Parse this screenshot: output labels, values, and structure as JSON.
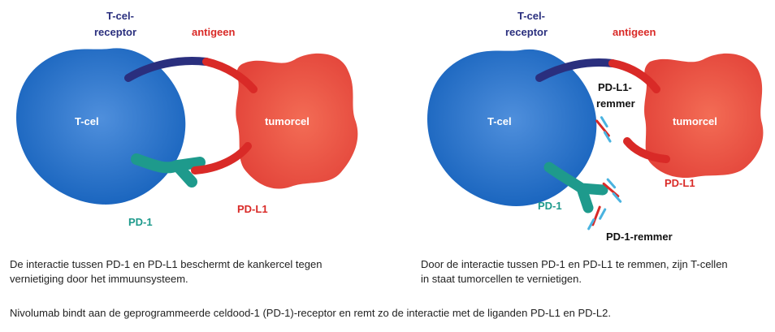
{
  "colors": {
    "tcell": "#1e6fc6",
    "tcell_light": "#5a9ae0",
    "tumor": "#e74a3c",
    "tumor_light": "#f26a52",
    "receptor": "#2a2f7e",
    "antigen": "#d92a27",
    "pd1": "#1e9a8c",
    "pdl1": "#d92a27",
    "inhibitor_red": "#d92a27",
    "inhibitor_blue": "#4ab3e0",
    "label_dark": "#2a2f7e",
    "label_red": "#d92a27",
    "label_teal": "#1e9a8c",
    "label_black": "#111111"
  },
  "left_panel": {
    "tcell_label": "T-cel",
    "tumor_label": "tumorcel",
    "receptor_label_line1": "T-cel-",
    "receptor_label_line2": "receptor",
    "antigen_label": "antigeen",
    "pd1_label": "PD-1",
    "pdl1_label": "PD-L1",
    "caption_line1": "De interactie tussen PD-1 en PD-L1 beschermt de kankercel tegen",
    "caption_line2": "vernietiging door het immuunsysteem."
  },
  "right_panel": {
    "tcell_label": "T-cel",
    "tumor_label": "tumorcel",
    "receptor_label_line1": "T-cel-",
    "receptor_label_line2": "receptor",
    "antigen_label": "antigeen",
    "pd1_label": "PD-1",
    "pdl1_label": "PD-L1",
    "pdl1_inhibitor_line1": "PD-L1-",
    "pdl1_inhibitor_line2": "remmer",
    "pd1_inhibitor_label": "PD-1-remmer",
    "caption_line1": "Door de interactie tussen PD-1 en PD-L1 te remmen, zijn T-cellen",
    "caption_line2": "in staat tumorcellen te vernietigen."
  },
  "footnote": "Nivolumab bindt aan de geprogrammeerde celdood-1 (PD-1)-receptor en remt zo de interactie met de liganden PD-L1 en PD-L2."
}
